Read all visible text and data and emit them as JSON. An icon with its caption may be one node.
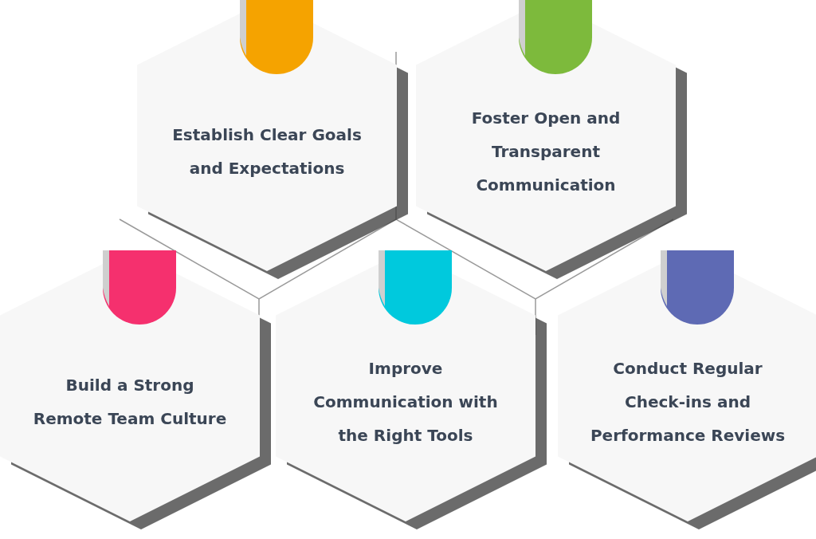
{
  "diagram": {
    "nodes": [
      {
        "text": [
          "Establish Clear Goals and Expectations"
        ]
      },
      {
        "text": [
          "Foster Open and Transparent Communication"
        ]
      },
      {
        "text": [
          "Build a Strong Remote Team Culture"
        ]
      },
      {
        "text": [
          "Improve Communication with the Right Tools"
        ]
      },
      {
        "text": [
          "Conduct Regular Check-ins and Performance Reviews"
        ]
      }
    ]
  }
}
